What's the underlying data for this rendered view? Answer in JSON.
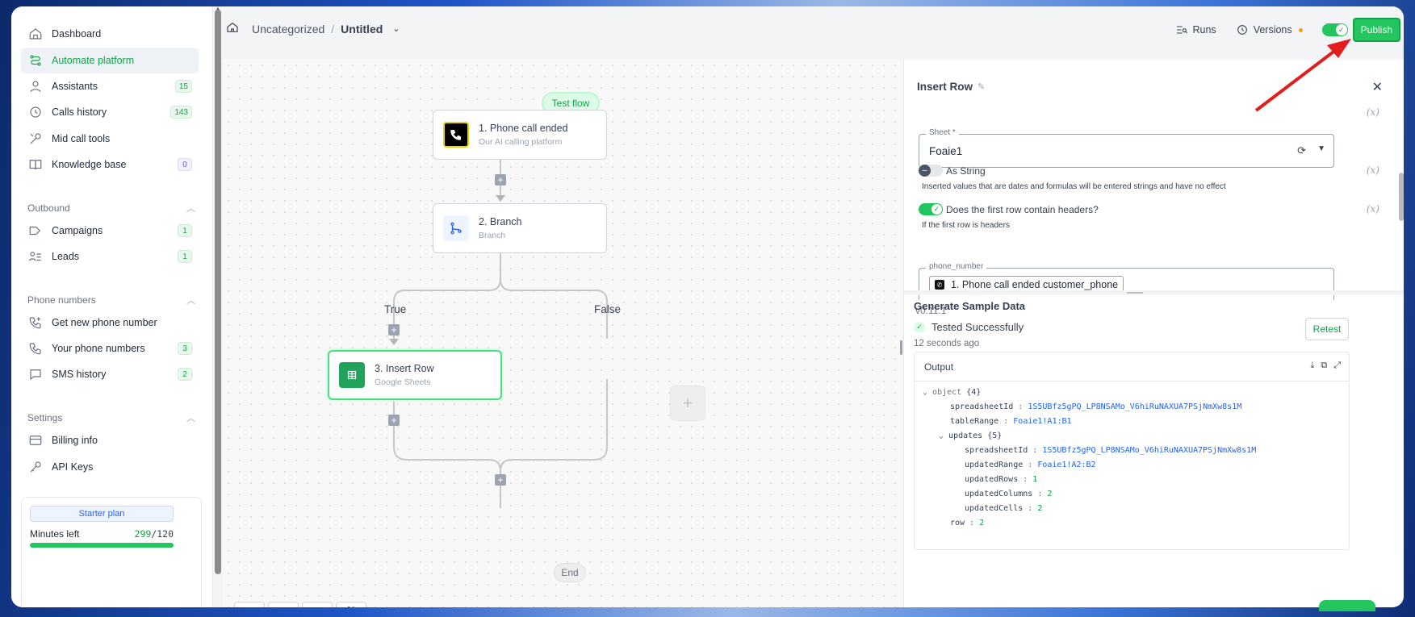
{
  "sidebar": {
    "items": [
      {
        "label": "Dashboard",
        "icon": "home-icon",
        "badge": ""
      },
      {
        "label": "Automate platform",
        "icon": "flow-icon",
        "badge": ""
      },
      {
        "label": "Assistants",
        "icon": "user-icon",
        "badge": "15"
      },
      {
        "label": "Calls history",
        "icon": "history-icon",
        "badge": "143"
      },
      {
        "label": "Mid call tools",
        "icon": "tools-icon",
        "badge": ""
      },
      {
        "label": "Knowledge base",
        "icon": "book-icon",
        "badge": "0"
      }
    ],
    "sections": {
      "outbound": "Outbound",
      "phone_numbers": "Phone numbers",
      "settings": "Settings"
    },
    "outbound_items": [
      {
        "label": "Campaigns",
        "badge": "1"
      },
      {
        "label": "Leads",
        "badge": "1"
      }
    ],
    "phone_items": [
      {
        "label": "Get new phone number",
        "badge": ""
      },
      {
        "label": "Your phone numbers",
        "badge": "3"
      },
      {
        "label": "SMS history",
        "badge": "2"
      }
    ],
    "settings_items": [
      {
        "label": "Billing info"
      },
      {
        "label": "API Keys"
      }
    ],
    "plan": {
      "name": "Starter plan",
      "minutes_label": "Minutes left",
      "minutes_used": "299",
      "minutes_total": "/120",
      "progress_fraction": 1.0
    }
  },
  "topbar": {
    "breadcrumb_root": "Uncategorized",
    "breadcrumb_sep": "/",
    "breadcrumb_current": "Untitled",
    "runs": "Runs",
    "versions": "Versions",
    "publish": "Publish"
  },
  "canvas": {
    "test_flow": "Test flow",
    "nodes": [
      {
        "title": "1. Phone call ended",
        "subtitle": "Our AI calling platform"
      },
      {
        "title": "2. Branch",
        "subtitle": "Branch"
      },
      {
        "title": "3. Insert Row",
        "subtitle": "Google Sheets"
      }
    ],
    "true_label": "True",
    "false_label": "False",
    "end_label": "End"
  },
  "panel": {
    "title": "Insert Row",
    "fx": "(x)",
    "sheet": {
      "label": "Sheet *",
      "value": "Foaie1"
    },
    "as_string": {
      "label": "As String",
      "hint": "Inserted values that are dates and formulas will be entered strings and have no effect"
    },
    "headers": {
      "label": "Does the first row contain headers?",
      "hint": "If the first row is headers"
    },
    "phone": {
      "label": "phone_number",
      "chip": "1. Phone call ended customer_phone"
    },
    "version": "v0.11.1",
    "sample": {
      "title": "Generate Sample Data",
      "status": "Tested Successfully",
      "ago": "12 seconds ago",
      "retest": "Retest",
      "output_label": "Output"
    },
    "tree": {
      "root": "object",
      "root_count": "{4}",
      "spreadsheet_key": "spreadsheetId",
      "spreadsheet_val": "1S5UBfz5gPQ_LP8NSAMo_V6hiRuNAXUA7PSjNmXw8s1M",
      "table_key": "tableRange",
      "table_val": "Foaie1!A1:B1",
      "updates_key": "updates",
      "updates_count": "{5}",
      "u_spreadsheet_key": "spreadsheetId",
      "u_spreadsheet_val": "1S5UBfz5gPQ_LP8NSAMo_V6hiRuNAXUA7PSjNmXw8s1M",
      "u_range_key": "updatedRange",
      "u_range_val": "Foaie1!A2:B2",
      "u_rows_key": "updatedRows",
      "u_rows_val": "1",
      "u_cols_key": "updatedColumns",
      "u_cols_val": "2",
      "u_cells_key": "updatedCells",
      "u_cells_val": "2",
      "row_key": "row",
      "row_val": "2"
    }
  },
  "colors": {
    "accent": "#22c55e",
    "annotation_arrow": "#e11d1d"
  }
}
